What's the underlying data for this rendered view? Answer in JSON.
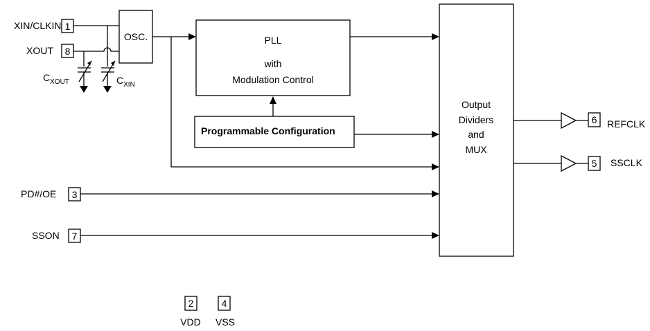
{
  "pins": {
    "xin": {
      "label": "XIN/CLKIN",
      "num": "1"
    },
    "xout": {
      "label": "XOUT",
      "num": "8"
    },
    "pd": {
      "label": "PD#/OE",
      "num": "3"
    },
    "sson": {
      "label": "SSON",
      "num": "7"
    },
    "refclk": {
      "label": "REFCLK",
      "num": "6"
    },
    "ssclk": {
      "label": "SSCLK",
      "num": "5"
    },
    "vdd": {
      "label": "VDD",
      "num": "2"
    },
    "vss": {
      "label": "VSS",
      "num": "4"
    }
  },
  "caps": {
    "cxout": {
      "main": "C",
      "sub": "XOUT"
    },
    "cxin": {
      "main": "C",
      "sub": "XIN"
    }
  },
  "blocks": {
    "osc": {
      "label": "OSC."
    },
    "pll": {
      "line1": "PLL",
      "line2": "with",
      "line3": "Modulation Control"
    },
    "config": {
      "label": "Programmable Configuration"
    },
    "output": {
      "line1": "Output",
      "line2": "Dividers",
      "line3": "and",
      "line4": "MUX"
    }
  }
}
